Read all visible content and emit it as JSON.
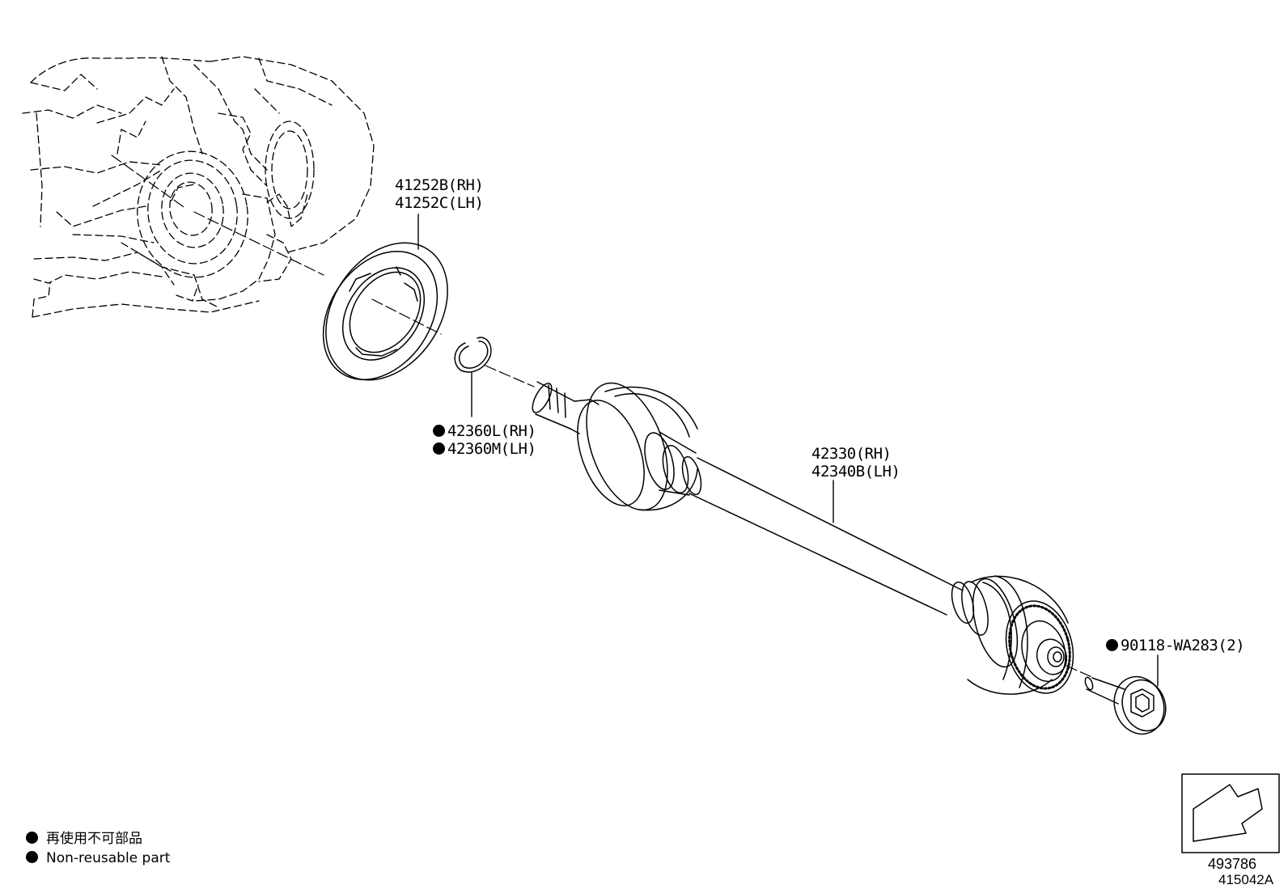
{
  "parts": {
    "seal": {
      "line1": "41252B(RH)",
      "line2": "41252C(LH)"
    },
    "snap_ring": {
      "line1": "42360L(RH)",
      "line2": "42360M(LH)",
      "non_reusable": true
    },
    "drive_shaft": {
      "line1": "42330(RH)",
      "line2": "42340B(LH)"
    },
    "bolt": {
      "line1": "90118-WA283(2)",
      "non_reusable": true
    }
  },
  "legend": {
    "jp": "再使用不可部品",
    "en": "Non-reusable part"
  },
  "orientation_box": {
    "code": "493786"
  },
  "figure_code": "415042A",
  "icons": {
    "bullet": "filled-circle",
    "orientation": "arrow-left-down-icon"
  }
}
